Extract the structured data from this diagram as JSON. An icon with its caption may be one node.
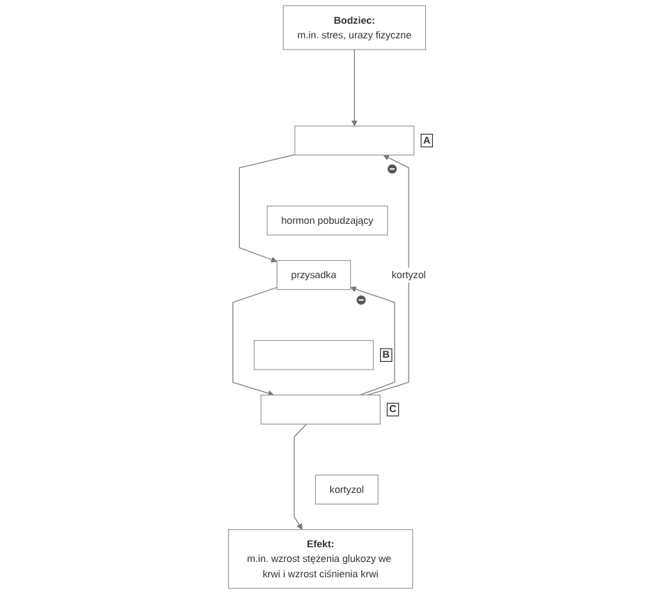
{
  "diagram": {
    "nodes": [
      {
        "text": [
          "Bodziec:",
          "m.in. stres, urazy fizyczne"
        ]
      },
      {
        "text": [],
        "shape": "box",
        "beside": [
          "A"
        ]
      },
      {
        "text": [
          "hormon pobudzający"
        ]
      },
      {
        "text": [
          "przysadka"
        ]
      },
      {
        "text": [],
        "shape": "box",
        "beside": [
          "B"
        ]
      },
      {
        "text": [],
        "shape": "box",
        "beside": [
          "C"
        ]
      },
      {
        "text": [
          "kortyzol"
        ]
      },
      {
        "text": [
          "Efekt:",
          "m.in. wzrost stężenia glukozy we krwi i wzrost ciśnienia krwi"
        ]
      }
    ],
    "edges": [
      {
        "from": 0,
        "to": 1,
        "arrow": "to"
      },
      {
        "from": 1,
        "to": 3,
        "arrow": "to"
      },
      {
        "from": 3,
        "to": 5,
        "arrow": "to"
      },
      {
        "from": 5,
        "to": 7,
        "arrow": "to"
      },
      {
        "from": 5,
        "to": 1,
        "arrow": "to",
        "label": "kortyzol"
      },
      {
        "from": 5,
        "to": 3,
        "arrow": "to"
      }
    ]
  }
}
